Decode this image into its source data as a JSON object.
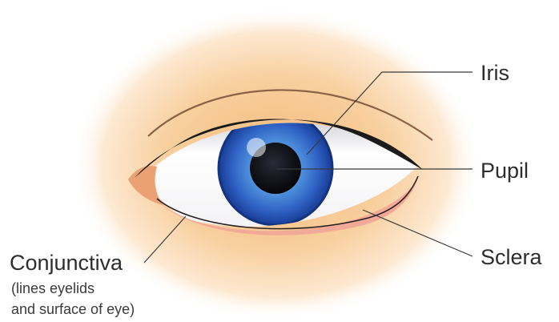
{
  "labels": {
    "iris": "Iris",
    "pupil": "Pupil",
    "sclera": "Sclera",
    "conjunctiva": "Conjunctiva",
    "conjunctiva_note_line1": "(lines eyelids",
    "conjunctiva_note_line2": "and surface of eye)"
  },
  "colors": {
    "skin_glow": "#f6c892",
    "skin_edge": "#fdeedd",
    "eyelid_fold": "#7a5a3e",
    "lash_line": "#1b1b1b",
    "sclera": "#ffffff",
    "sclera_shadow": "#dcdce0",
    "iris_outer": "#1d3f9a",
    "iris_inner": "#5aa0e6",
    "pupil": "#0b0b12",
    "lower_lid": "#f0a392",
    "tear_duct": "#e9a074",
    "leader_line": "#3a3a3a",
    "label_text": "#2d2d2d"
  }
}
